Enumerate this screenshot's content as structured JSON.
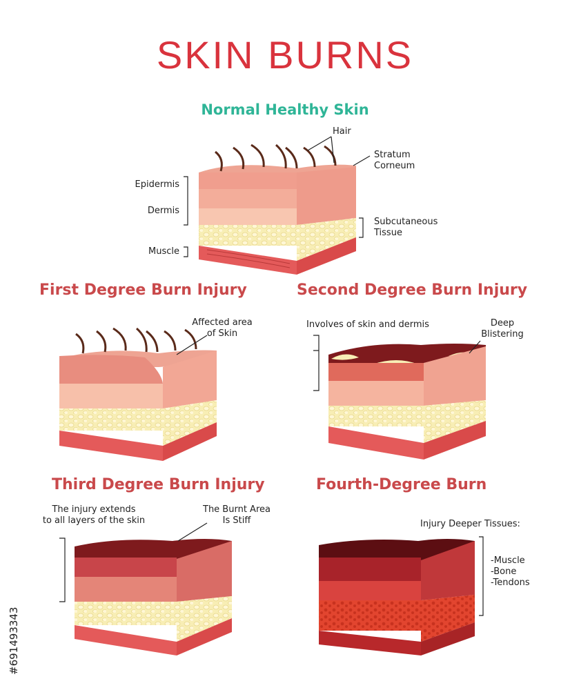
{
  "title": "SKIN BURNS",
  "normal": {
    "heading": "Normal Healthy Skin",
    "labels": {
      "hair": "Hair",
      "stratum": "Stratum\nCorneum",
      "epidermis": "Epidermis",
      "dermis": "Dermis",
      "subcutaneous": "Subcutaneous\nTissue",
      "muscle": "Muscle"
    }
  },
  "first": {
    "heading": "First Degree Burn Injury",
    "labels": {
      "affected": "Affected area\nof Skin"
    }
  },
  "second": {
    "heading": "Second Degree Burn Injury",
    "labels": {
      "involves": "Involves of skin and dermis",
      "blistering": "Deep\nBlistering"
    }
  },
  "third": {
    "heading": "Third Degree Burn Injury",
    "labels": {
      "extends": "The injury extends\nto all layers of the skin",
      "stiff": "The Burnt Area\nIs Stiff"
    }
  },
  "fourth": {
    "heading": "Fourth-Degree Burn",
    "labels": {
      "deeper": "Injury Deeper Tissues:",
      "list": "-Muscle\n-Bone\n-Tendons"
    }
  },
  "stock_id": "#691493343",
  "colors": {
    "title": "#d9333d",
    "subtitle": "#2fb597",
    "section": "#c9494b",
    "epidermis": "#f2a091",
    "dermis": "#f7c0aa",
    "fat": "#f8eeb5",
    "muscle": "#e45a5a",
    "burn_dark": "#7e1a1d"
  }
}
